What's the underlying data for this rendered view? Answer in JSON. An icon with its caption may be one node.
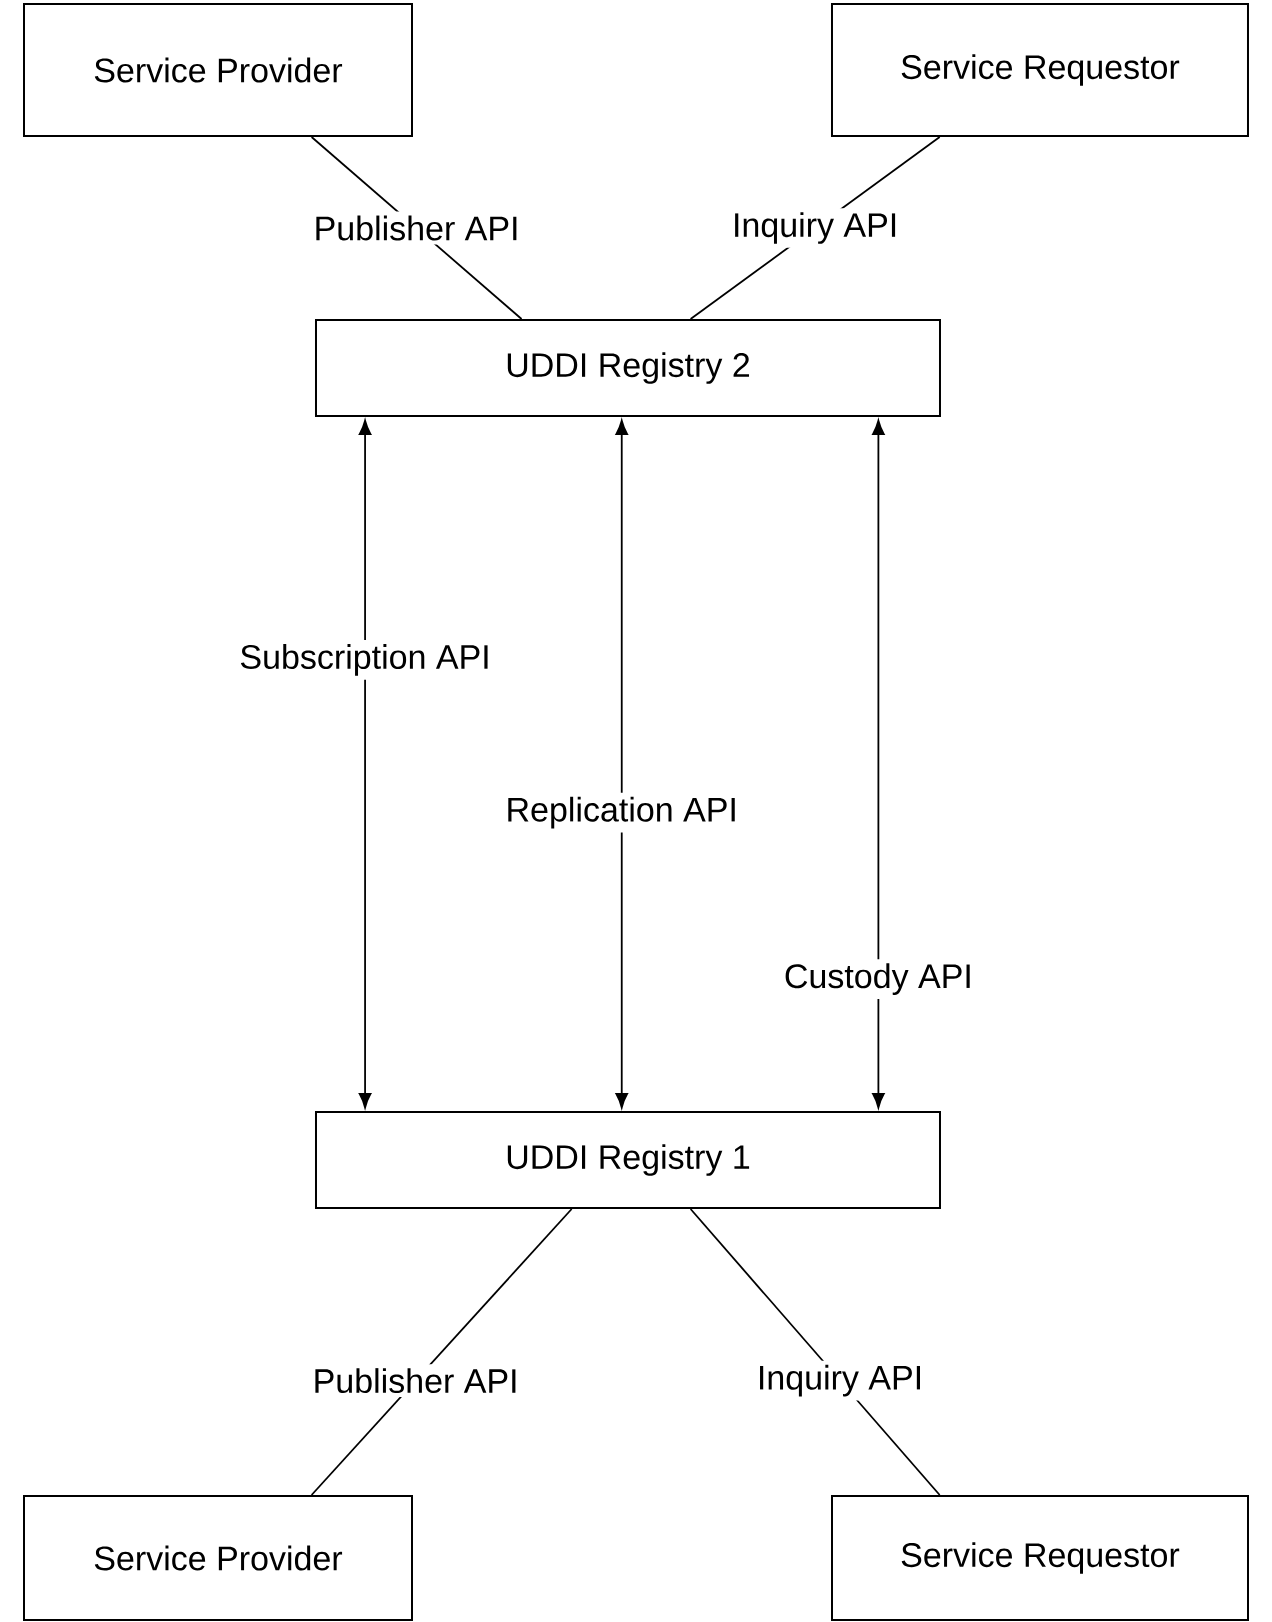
{
  "diagram": {
    "nodes": [
      {
        "text": [
          "Service Provider"
        ]
      },
      {
        "text": [
          "Service Requestor"
        ]
      },
      {
        "text": [
          "UDDI Registry 2"
        ]
      },
      {
        "text": [
          "UDDI Registry 1"
        ]
      },
      {
        "text": [
          "Service Provider"
        ]
      },
      {
        "text": [
          "Service Requestor"
        ]
      }
    ],
    "edges": [
      {
        "from": 0,
        "to": 2,
        "arrow": "none",
        "label": "Publisher API"
      },
      {
        "from": 1,
        "to": 2,
        "arrow": "none",
        "label": "Inquiry API"
      },
      {
        "from": 2,
        "to": 3,
        "arrow": "both",
        "label": "Subscription API"
      },
      {
        "from": 2,
        "to": 3,
        "arrow": "both",
        "label": "Replication API"
      },
      {
        "from": 2,
        "to": 3,
        "arrow": "both",
        "label": "Custody API"
      },
      {
        "from": 3,
        "to": 4,
        "arrow": "none",
        "label": "Publisher API"
      },
      {
        "from": 3,
        "to": 5,
        "arrow": "none",
        "label": "Inquiry API"
      }
    ]
  }
}
